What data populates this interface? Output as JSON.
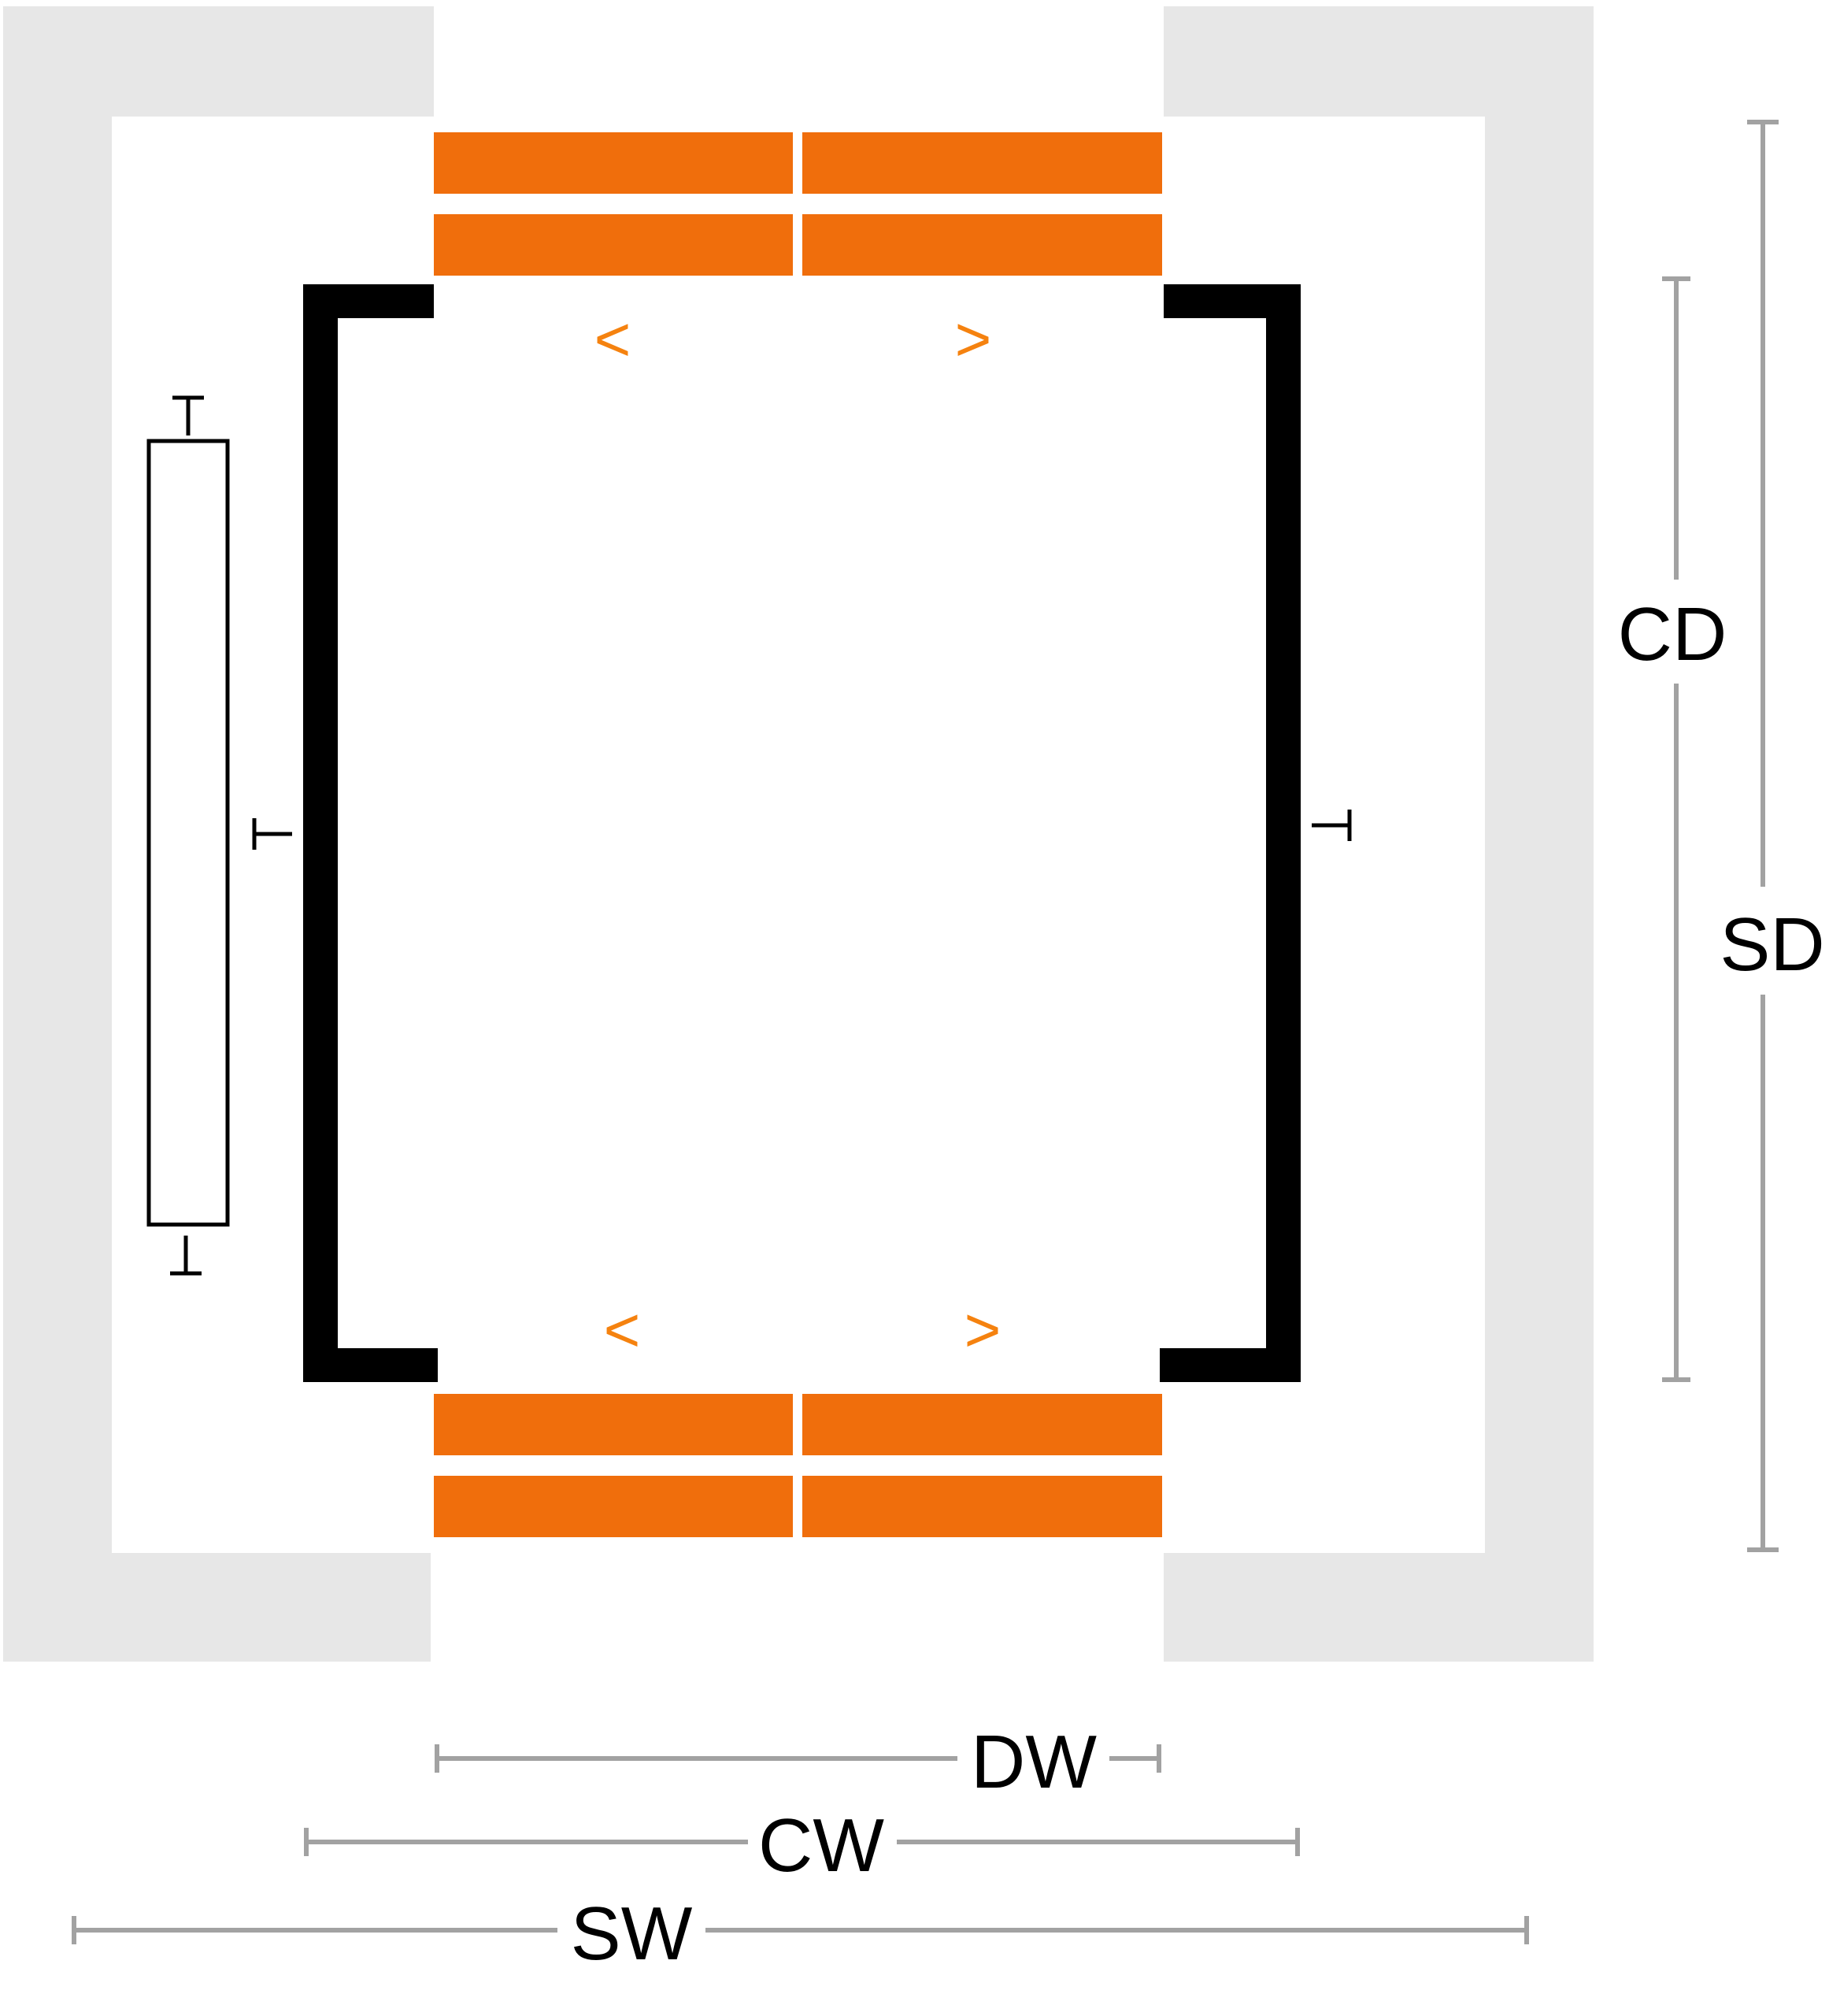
{
  "diagram": {
    "labels": {
      "car_depth": "CD",
      "shaft_depth": "SD",
      "door_width": "DW",
      "car_width": "CW",
      "shaft_width": "SW"
    },
    "door_arrows": {
      "top_left": "<",
      "top_right": ">",
      "bottom_left": "<",
      "bottom_right": ">"
    },
    "colors": {
      "shaft_wall": "#e7e7e7",
      "door_panel": "#f06e0c",
      "door_arrow": "#f5820f",
      "car_wall": "#000000",
      "dimension_line": "#a2a2a2",
      "text": "#000000"
    }
  }
}
